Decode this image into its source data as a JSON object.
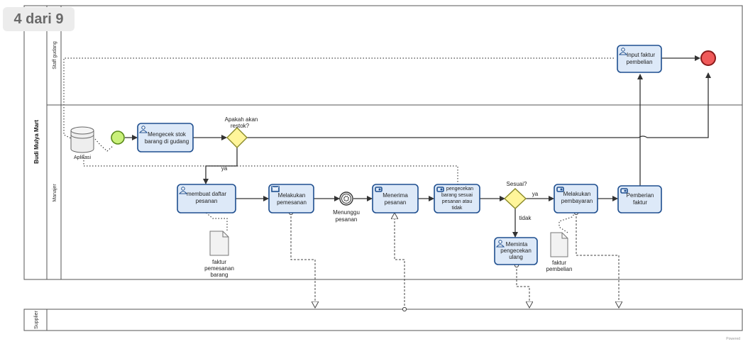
{
  "page_indicator": "4 dari 9",
  "pool": {
    "name": "Budi Mulya Mart",
    "lanes": [
      "Staff gudang",
      "Manajer"
    ]
  },
  "supplier_pool": "Supplier",
  "datastore": "Aplikasi",
  "tasks": {
    "cek_stok": [
      "Mengecek stok",
      "barang di gudang"
    ],
    "daftar_pesanan": [
      "membuat daftar",
      "pesanan"
    ],
    "pemesanan": [
      "Melakukan",
      "pemesanan"
    ],
    "menerima": [
      "Menerima",
      "pesanan"
    ],
    "pengecekan": [
      "pengecekan",
      "barang sesuai",
      "pesanan atau",
      "tidak"
    ],
    "pembayaran": [
      "Melakukan",
      "pembayaran"
    ],
    "faktur": [
      "Pemberian",
      "faktur"
    ],
    "input_faktur": [
      "Input faktur",
      "pembelian"
    ],
    "minta_ulang": [
      "Meminta",
      "pengecekan",
      "ulang"
    ]
  },
  "gateways": {
    "restok": [
      "Apakah akan",
      "restok?"
    ],
    "sesuai": "Sesuai?"
  },
  "event_menunggu": [
    "Menunggu",
    "pesanan"
  ],
  "documents": {
    "faktur_pemesanan": [
      "faktur",
      "pemesanan",
      "barang"
    ],
    "faktur_pembelian": [
      "faktur",
      "pembelian"
    ]
  },
  "flow_labels": {
    "ya": "ya",
    "tidak": "tidak"
  },
  "watermark": "Powered",
  "colors": {
    "task_fill": "#dde9f8",
    "task_stroke": "#1f4f8f",
    "gateway_fill": "#fff59a",
    "gateway_stroke": "#8a8a2a",
    "start_fill": "#c9f07a",
    "start_stroke": "#5a8a1a",
    "end_fill": "#f05a5a",
    "end_stroke": "#8a1a1a"
  }
}
